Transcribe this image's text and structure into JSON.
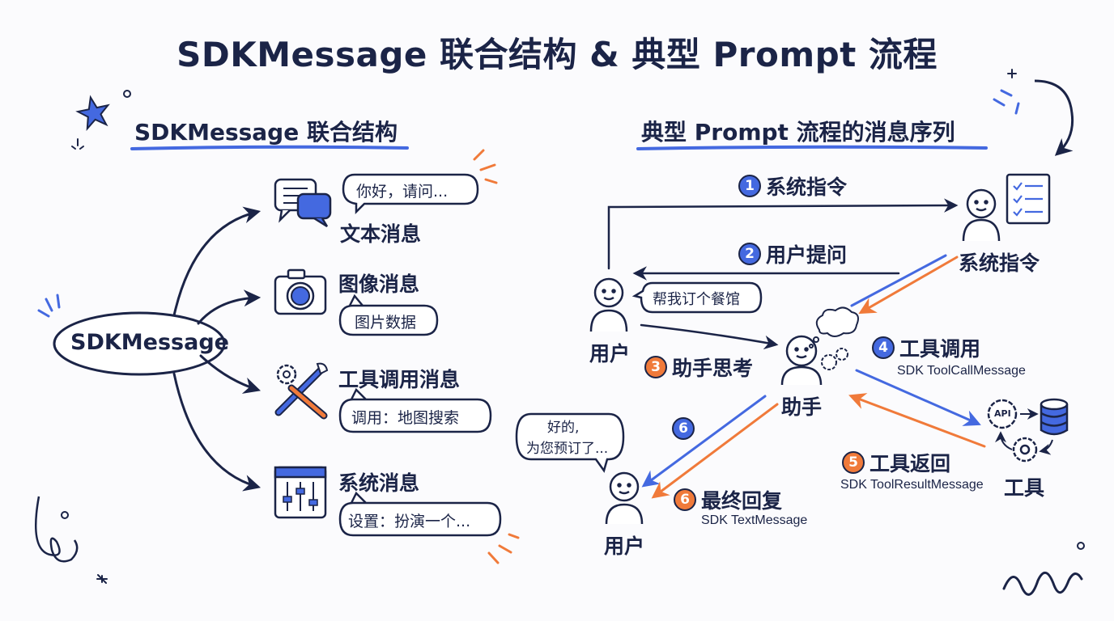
{
  "title": "SDKMessage 联合结构 & 典型 Prompt 流程",
  "left": {
    "heading": "SDKMessage 联合结构",
    "root": "SDKMessage",
    "branches": [
      {
        "label": "文本消息",
        "bubble": "你好，请问...",
        "icon": "chat-icon"
      },
      {
        "label": "图像消息",
        "bubble": "图片数据",
        "icon": "camera-icon"
      },
      {
        "label": "工具调用消息",
        "bubble": "调用：地图搜索",
        "icon": "tools-icon"
      },
      {
        "label": "系统消息",
        "bubble": "设置：扮演一个...",
        "icon": "sliders-icon"
      }
    ]
  },
  "right": {
    "heading": "典型 Prompt 流程的消息序列",
    "nodes": {
      "user_top": "用户",
      "system": "系统指令",
      "assistant": "助手",
      "tool": "工具",
      "user_bottom": "用户"
    },
    "user_bubble": "帮我订个餐馆",
    "reply_bubble_line1": "好的,",
    "reply_bubble_line2": "为您预订了...",
    "tool_icon_text": "API",
    "steps": [
      {
        "num": "1",
        "label": "系统指令",
        "sub": ""
      },
      {
        "num": "2",
        "label": "用户提问",
        "sub": ""
      },
      {
        "num": "3",
        "label": "助手思考",
        "sub": ""
      },
      {
        "num": "4",
        "label": "工具调用",
        "sub": "SDK ToolCallMessage"
      },
      {
        "num": "5",
        "label": "工具返回",
        "sub": "SDK ToolResultMessage"
      },
      {
        "num": "6",
        "label": "",
        "sub": ""
      },
      {
        "num": "6",
        "label": "最终回复",
        "sub": "SDK TextMessage"
      }
    ]
  },
  "colors": {
    "ink": "#1b2447",
    "blue": "#4469e0",
    "orange": "#f07a3a",
    "background": "#fbfbfd"
  }
}
